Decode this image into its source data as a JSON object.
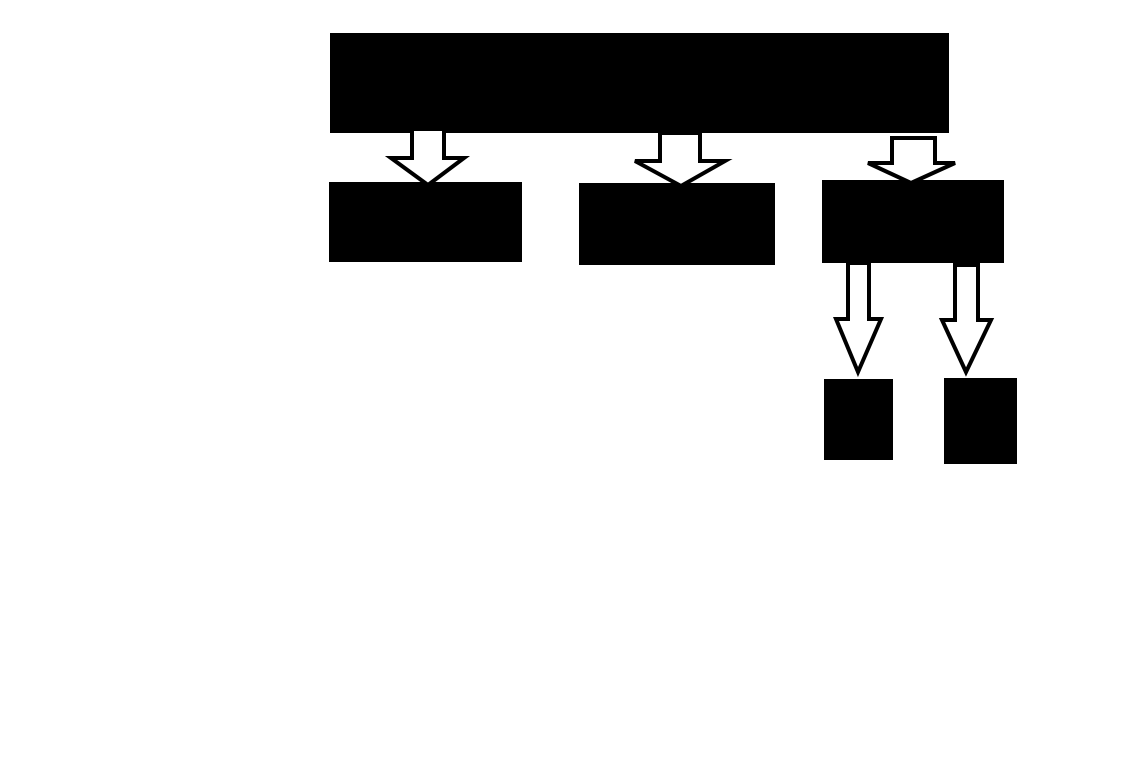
{
  "diagram": {
    "type": "hierarchy",
    "background": "#ffffff",
    "box_fill": "#000000",
    "arrow_fill": "#ffffff",
    "arrow_stroke": "#000000",
    "nodes": [
      {
        "id": "root",
        "label": ""
      },
      {
        "id": "child-1",
        "label": ""
      },
      {
        "id": "child-2",
        "label": ""
      },
      {
        "id": "child-3",
        "label": ""
      },
      {
        "id": "grandchild-1",
        "label": ""
      },
      {
        "id": "grandchild-2",
        "label": ""
      }
    ],
    "edges": [
      {
        "from": "root",
        "to": "child-1",
        "style": "block-arrow"
      },
      {
        "from": "root",
        "to": "child-2",
        "style": "block-arrow"
      },
      {
        "from": "root",
        "to": "child-3",
        "style": "block-arrow"
      },
      {
        "from": "child-3",
        "to": "grandchild-1",
        "style": "block-arrow"
      },
      {
        "from": "child-3",
        "to": "grandchild-2",
        "style": "block-arrow"
      }
    ]
  }
}
